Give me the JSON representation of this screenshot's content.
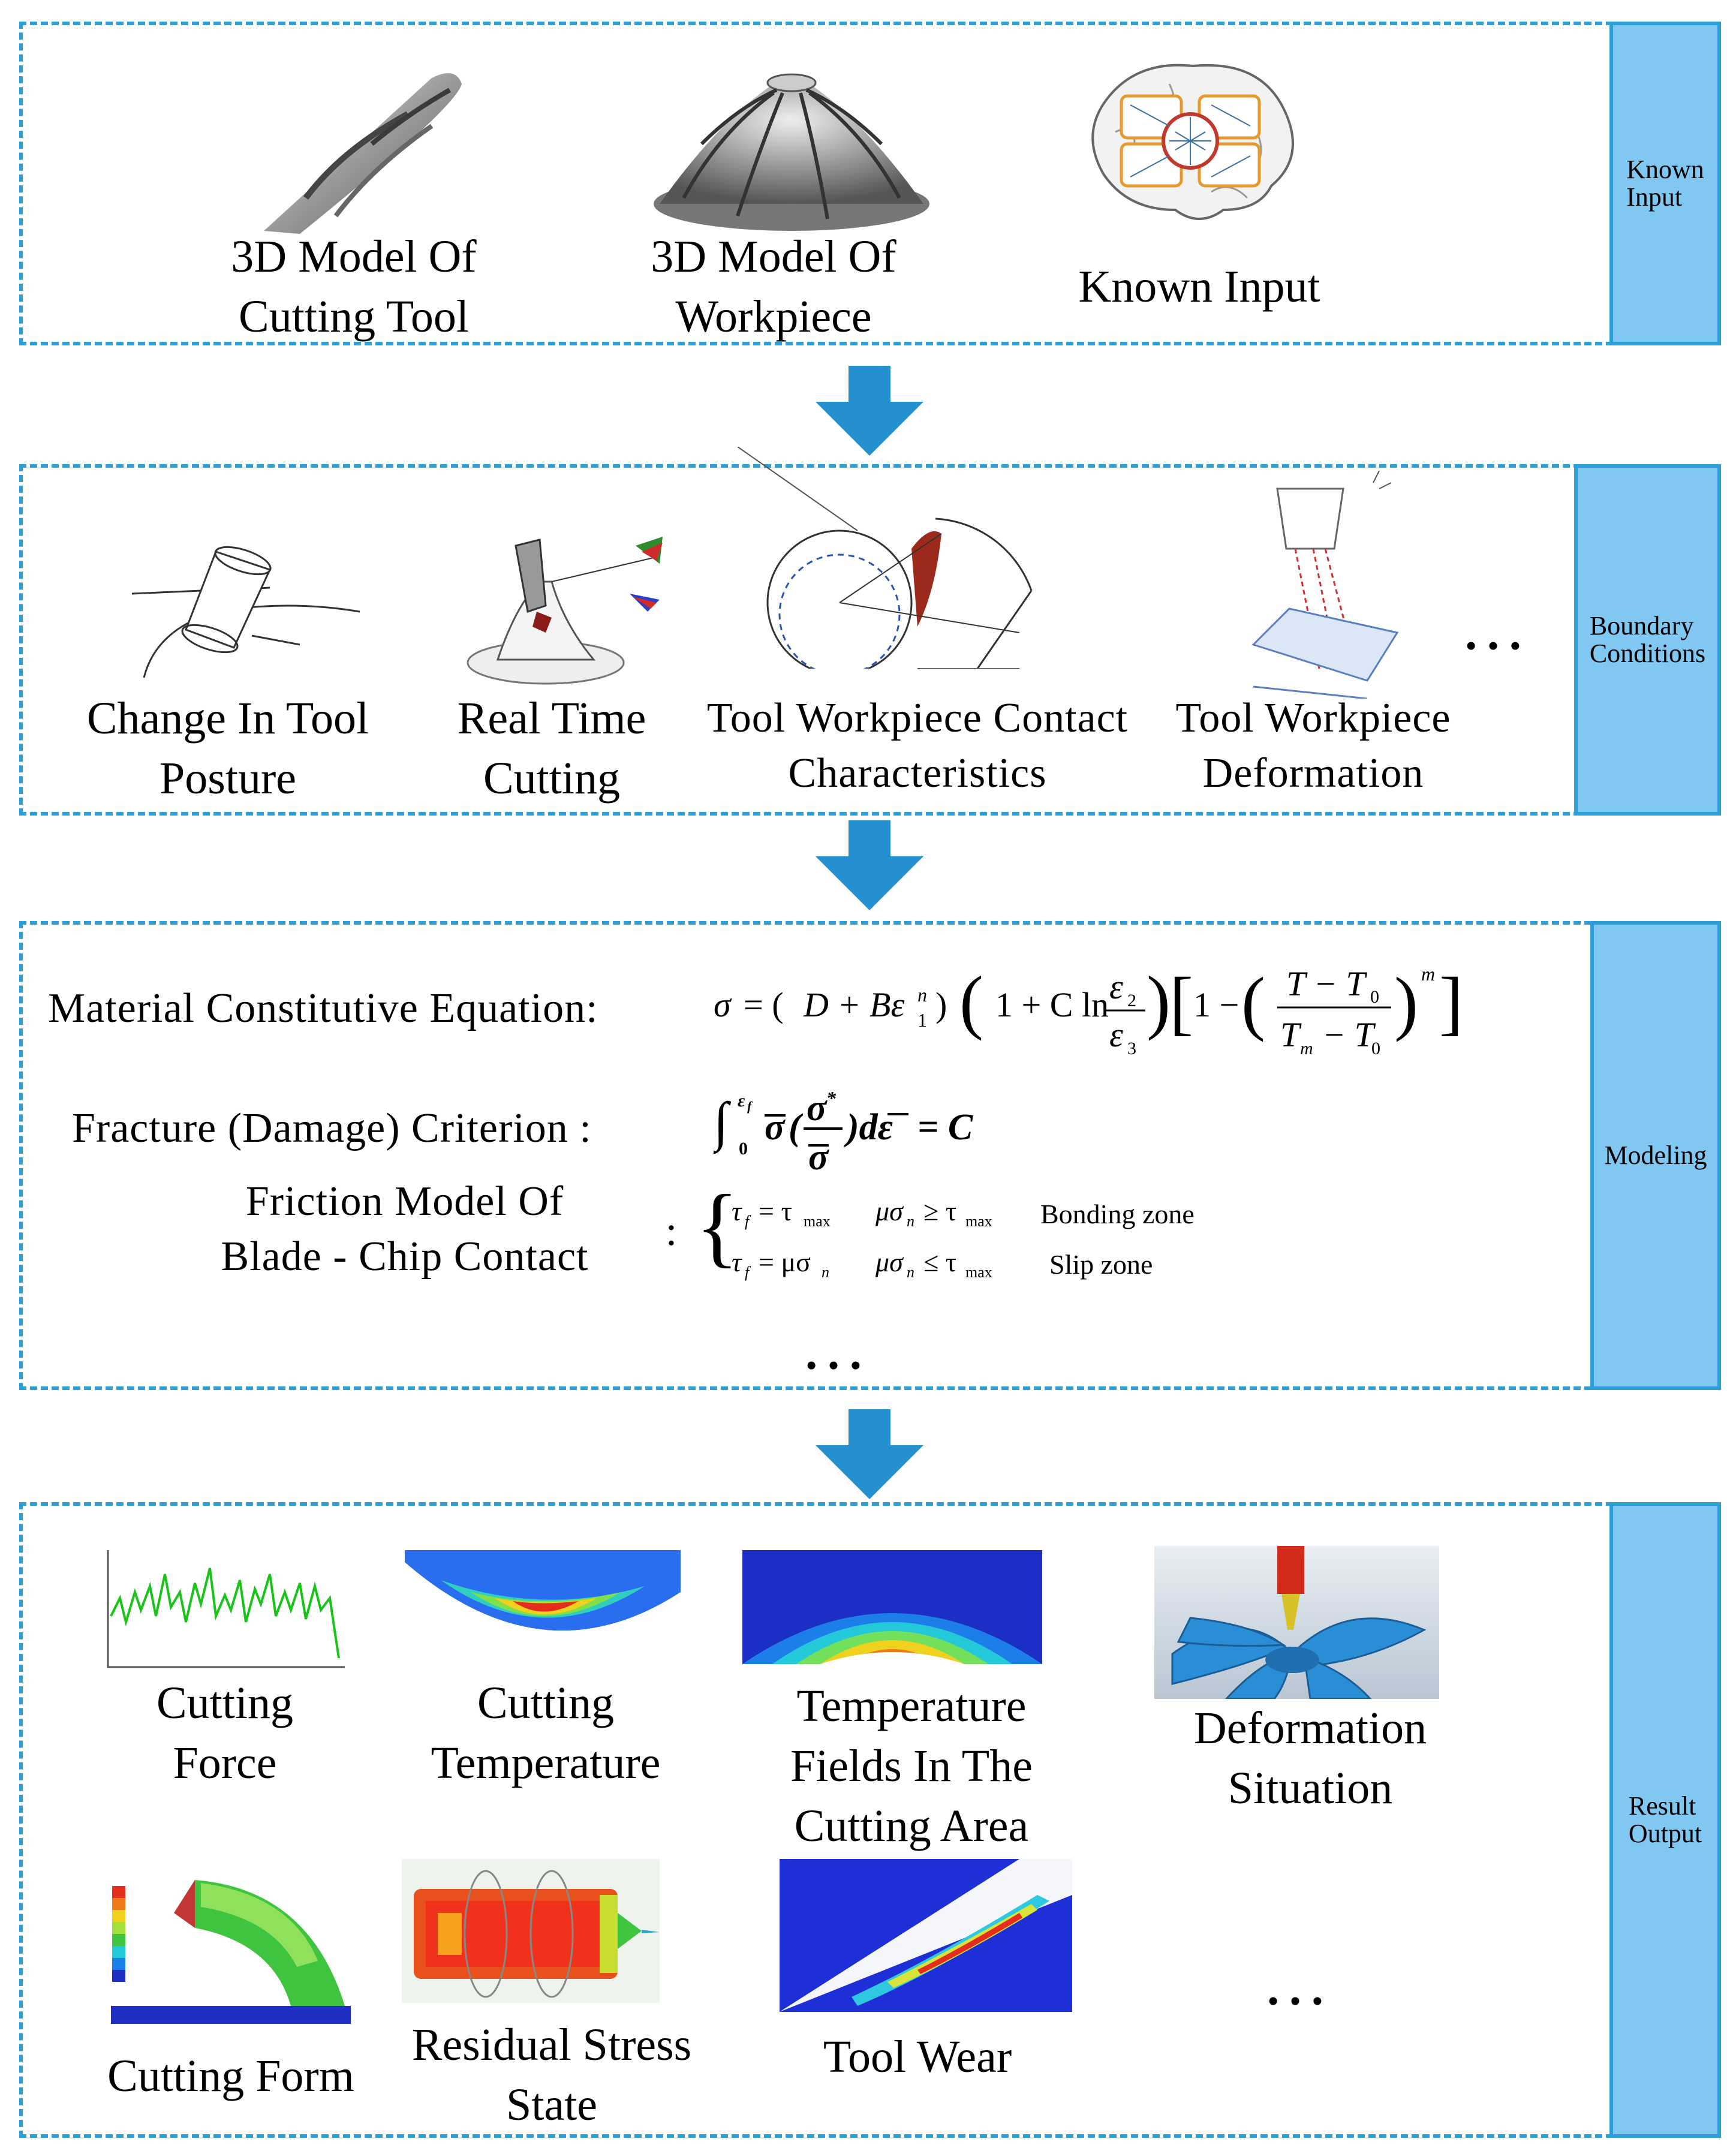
{
  "sections": {
    "known_input": {
      "side_label": "Known\nInput",
      "items": [
        "3D Model Of\nCutting Tool",
        "3D Model Of\nWorkpiece",
        "Known Input"
      ]
    },
    "boundary": {
      "side_label": "Boundary\nConditions",
      "items": [
        "Change In Tool\nPosture",
        "Real Time\nCutting",
        "Tool Workpiece Contact\nCharacteristics",
        "Tool Workpiece\nDeformation"
      ],
      "ellipsis": "…"
    },
    "modeling": {
      "side_label": "Modeling",
      "constitutive_label": "Material Constitutive Equation:",
      "fracture_label": "Fracture (Damage) Criterion :",
      "friction_label": "Friction Model Of\nBlade - Chip Contact",
      "friction_colon": ":",
      "bonding_zone": "Bonding zone",
      "slip_zone": "Slip zone",
      "ellipsis": "…"
    },
    "result": {
      "side_label": "Result\nOutput",
      "items": [
        "Cutting\nForce",
        "Cutting\nTemperature",
        "Temperature\nFields In The\nCutting Area",
        "Deformation\nSituation",
        "Cutting Form",
        "Residual Stress\nState",
        "Tool Wear"
      ],
      "ellipsis": "…"
    }
  },
  "colors": {
    "border": "#2a9fd8",
    "side_fill": "#80c8f2",
    "arrow": "#2590d0"
  }
}
